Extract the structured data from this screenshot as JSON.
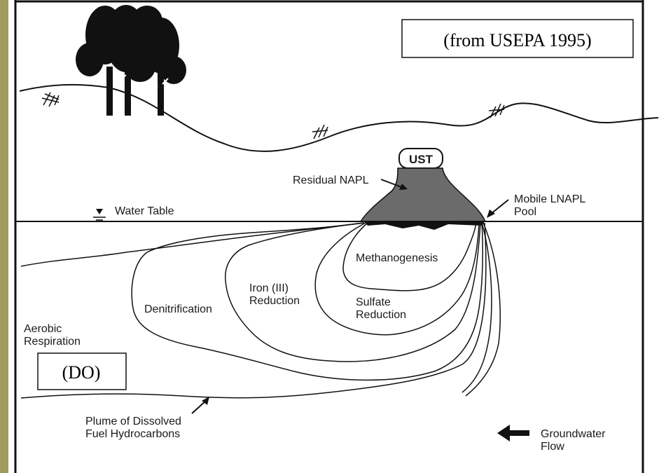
{
  "citation": "(from USEPA 1995)",
  "labels": {
    "ust": "UST",
    "residual_napl": "Residual NAPL",
    "mobile_lnapl_1": "Mobile LNAPL",
    "mobile_lnapl_2": "Pool",
    "water_table": "Water Table",
    "methanogenesis": "Methanogenesis",
    "iron_1": "Iron (III)",
    "iron_2": "Reduction",
    "sulfate_1": "Sulfate",
    "sulfate_2": "Reduction",
    "denitrification": "Denitrification",
    "aerobic_1": "Aerobic",
    "aerobic_2": "Respiration",
    "do_box": "(DO)",
    "plume_1": "Plume of Dissolved",
    "plume_2": "Fuel Hydrocarbons",
    "groundwater_1": "Groundwater",
    "groundwater_2": "Flow"
  },
  "colors": {
    "napl_fill": "#6b6b6b",
    "slide_bar": "#a09a5e",
    "ink": "#111111"
  }
}
